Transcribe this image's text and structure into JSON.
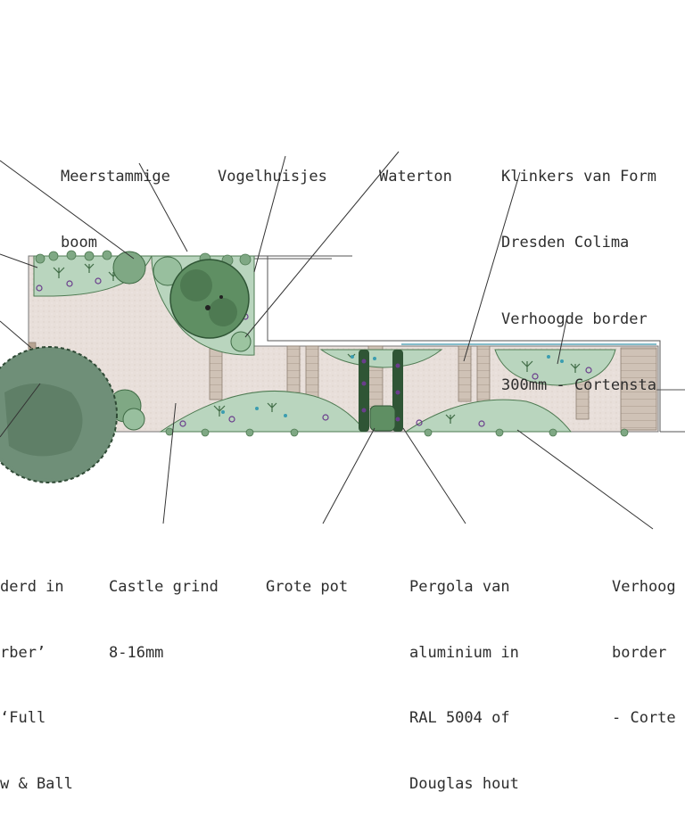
{
  "labels": {
    "meerstammige": [
      "Meerstammige",
      "boom"
    ],
    "vogelhuisjes": [
      "Vogelhuisjes"
    ],
    "waterton": [
      "Waterton"
    ],
    "klinkers": [
      "Klinkers van Form",
      "Dresden Colima"
    ],
    "verhoogde_border_top": [
      "Verhoogde border",
      "300mm - Cortensta"
    ],
    "geverfd": [
      "derd in",
      "rber’",
      "‘Full",
      "w & Ball"
    ],
    "castle_grind": [
      "Castle grind",
      "8-16mm"
    ],
    "grote_pot": [
      "Grote pot"
    ],
    "pergola": [
      "Pergola van",
      "aluminium in",
      "RAL 5004 of",
      "Douglas hout"
    ],
    "verhoogde_border_bottom": [
      "Verhoog",
      "border",
      "- Corte"
    ]
  },
  "colors": {
    "gravel": "#e8dfda",
    "planting_light": "#b9d5be",
    "planting_mid": "#7fa884",
    "planting_dark": "#4e7a52",
    "tree_grey": "#6f8f78",
    "paver": "#c9bcb0",
    "outline": "#555555",
    "water_edge": "#5ba6b8",
    "accent_purple": "#6a3d8c",
    "accent_teal": "#3b9db0"
  }
}
